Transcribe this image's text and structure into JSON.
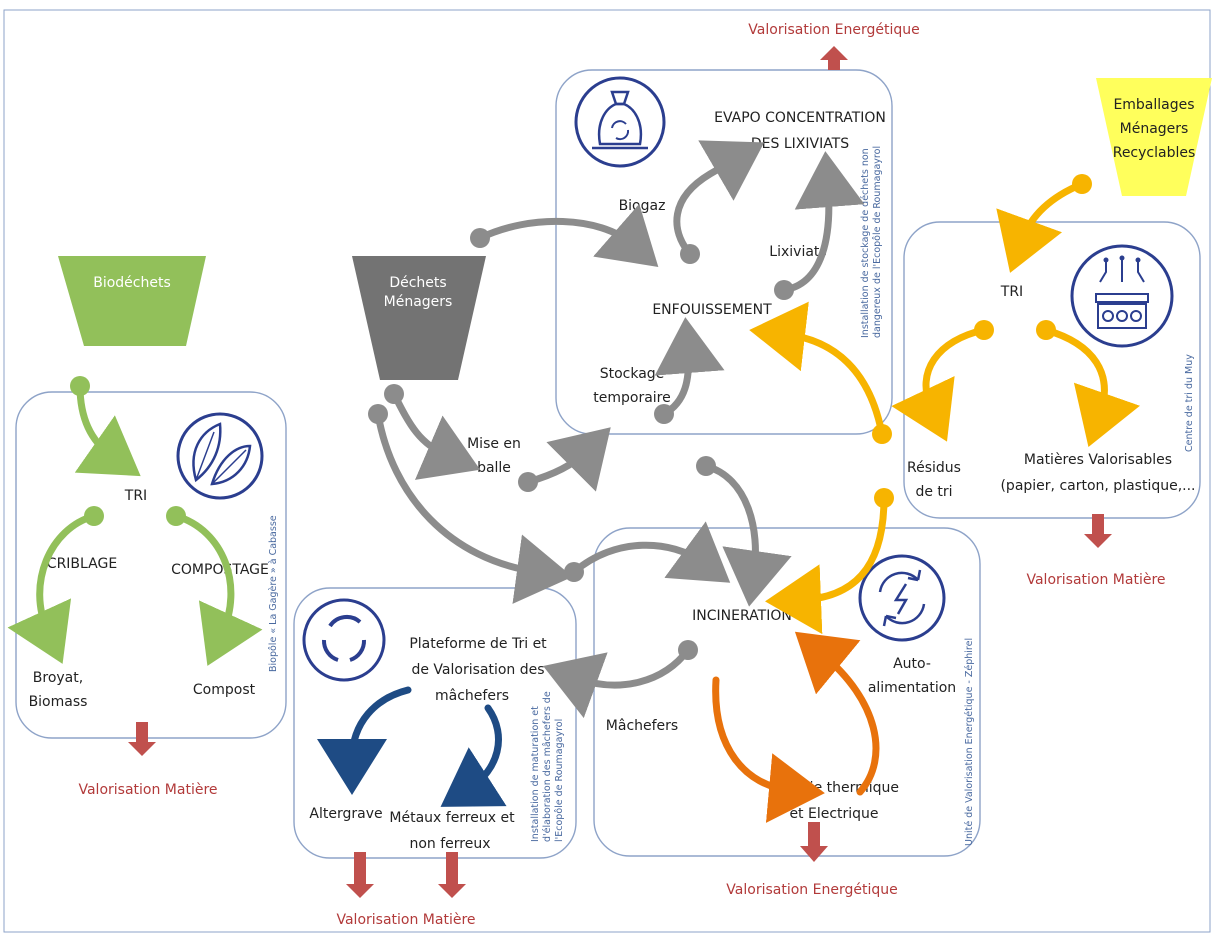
{
  "colors": {
    "grey": "#8c8c8c",
    "green": "#92c05a",
    "yellow": "#f7b400",
    "orange": "#e8720c",
    "navy": "#1e4b84",
    "red": "#c0504d",
    "icon_navy": "#2b3e8f",
    "box_border": "#8ea3c8"
  },
  "inputs": {
    "biodechets": "Biodéchets",
    "dechets_menagers": [
      "Déchets",
      "Ménagers"
    ],
    "emballages": [
      "Emballages",
      "Ménagers",
      "Recyclables"
    ]
  },
  "biopole": {
    "tri": "TRI",
    "criblage": "CRIBLAGE",
    "compostage": "COMPOSTAGE",
    "broyat": [
      "Broyat,",
      "Biomass"
    ],
    "compost": "Compost",
    "site_label": "Biopôle « La Gagère » à Cabasse",
    "output": "Valorisation Matière",
    "icon": "leaves-icon"
  },
  "isdnd": {
    "evapo": [
      "EVAPO CONCENTRATION",
      "DES LIXIVIATS"
    ],
    "biogaz": "Biogaz",
    "lixiviats": "Lixiviats",
    "enfouissement": "ENFOUISSEMENT",
    "stockage": [
      "Stockage",
      "temporaire"
    ],
    "site_label": [
      "Installation de stockage de déchets non",
      "dangereux de l'Ecopôle de Roumagayrol"
    ],
    "output": "Valorisation Energétique",
    "icon": "landfill-bag-icon"
  },
  "mise_en_balle": [
    "Mise en",
    "balle"
  ],
  "tri_center": {
    "tri": "TRI",
    "residus": [
      "Résidus",
      "de tri"
    ],
    "matieres": [
      "Matières Valorisables",
      "(papier, carton, plastique,..."
    ],
    "site_label": "Centre de tri du Muy",
    "output": "Valorisation Matière",
    "icon": "sorting-machine-icon"
  },
  "uve": {
    "incineration": "INCINERATION",
    "auto": [
      "Auto-",
      "alimentation"
    ],
    "energie": [
      "Energie thermique",
      "et Electrique"
    ],
    "machefers": "Mâchefers",
    "site_label": "Unité de Valorisation Energétique - Zéphirel",
    "output": "Valorisation Energétique",
    "icon": "energy-cycle-icon"
  },
  "platform": {
    "title": [
      "Plateforme de Tri et",
      "de Valorisation des",
      "mâchefers"
    ],
    "altergrave": "Altergrave",
    "metaux": [
      "Métaux ferreux et",
      "non ferreux"
    ],
    "site_label": [
      "Installation de maturation et",
      "d'élaboration des mâchefers de",
      "l'Ecopôle de Roumagayrol"
    ],
    "output": "Valorisation Matière",
    "icon": "recycle-arrows-icon"
  }
}
